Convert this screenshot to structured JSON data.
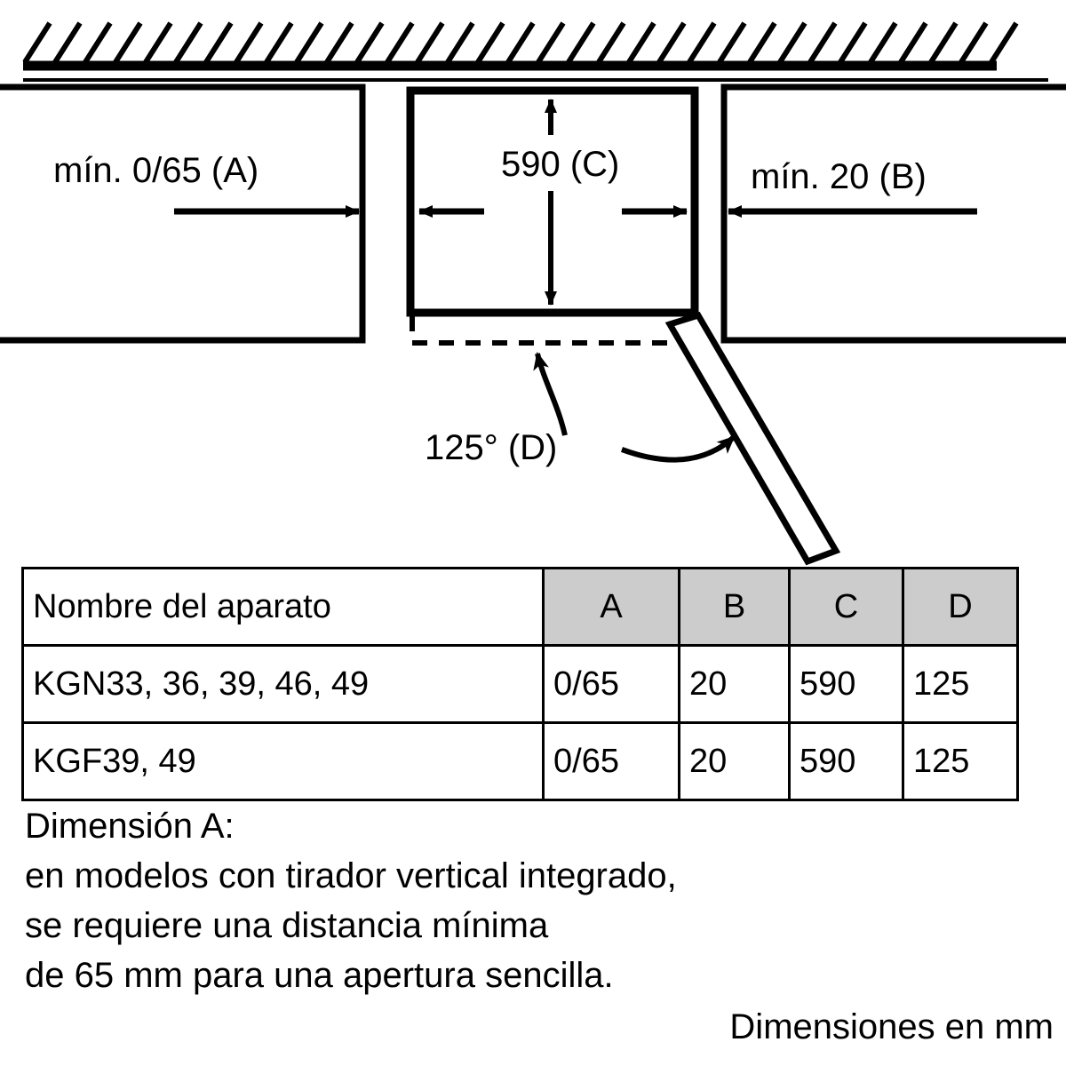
{
  "diagram": {
    "labels": {
      "left_clearance": "mín. 0/65 (A)",
      "niche_width": "590 (C)",
      "right_clearance": "mín. 20 (B)",
      "door_angle": "125° (D)"
    }
  },
  "table": {
    "headers": {
      "name": "Nombre del aparato",
      "a": "A",
      "b": "B",
      "c": "C",
      "d": "D"
    },
    "rows": [
      {
        "name": "KGN33, 36, 39, 46, 49",
        "a": "0/65",
        "b": "20",
        "c": "590",
        "d": "125"
      },
      {
        "name": "KGF39, 49",
        "a": "0/65",
        "b": "20",
        "c": "590",
        "d": "125"
      }
    ],
    "header_fill": "#cccccc"
  },
  "notes": {
    "line1": "Dimensión A:",
    "line2": "en modelos con tirador vertical integrado,",
    "line3": "se requiere una distancia mínima",
    "line4": "de 65 mm para una apertura sencilla.",
    "units": "Dimensiones en mm"
  }
}
